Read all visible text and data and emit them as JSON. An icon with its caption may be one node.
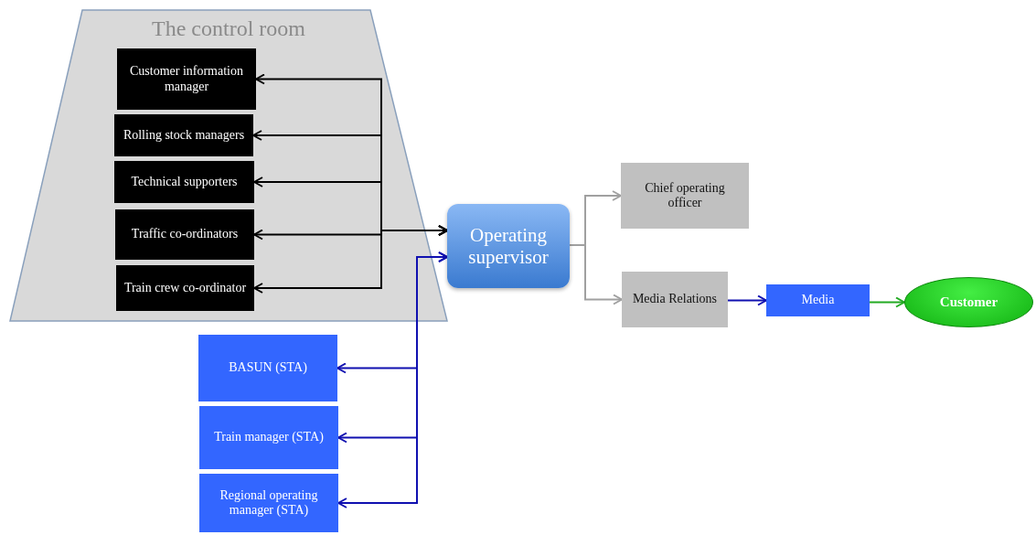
{
  "diagram": {
    "nodes": [
      {
        "text": [
          "The control room"
        ]
      },
      {
        "text": [
          "Customer information manager"
        ],
        "in": 0
      },
      {
        "text": [
          "Rolling stock managers"
        ],
        "in": 0
      },
      {
        "text": [
          "Technical supporters"
        ],
        "in": 0
      },
      {
        "text": [
          "Traffic co-ordinators"
        ],
        "in": 0
      },
      {
        "text": [
          "Train crew co-ordinator"
        ],
        "in": 0
      },
      {
        "text": [
          "Operating supervisor"
        ]
      },
      {
        "text": [
          "Chief operating officer"
        ]
      },
      {
        "text": [
          "Media Relations"
        ]
      },
      {
        "text": [
          "Media"
        ]
      },
      {
        "text": [
          "Customer"
        ]
      },
      {
        "text": [
          "BASUN (STA)"
        ]
      },
      {
        "text": [
          "Train manager (STA)"
        ]
      },
      {
        "text": [
          "Regional operating manager (STA)"
        ]
      }
    ],
    "edges": [
      {
        "from": 6,
        "to": 1,
        "arrow": "both"
      },
      {
        "from": 6,
        "to": 2,
        "arrow": "both"
      },
      {
        "from": 6,
        "to": 3,
        "arrow": "both"
      },
      {
        "from": 6,
        "to": 4,
        "arrow": "both"
      },
      {
        "from": 6,
        "to": 5,
        "arrow": "both"
      },
      {
        "from": 6,
        "to": 11,
        "arrow": "both",
        "color": "#1010b0"
      },
      {
        "from": 6,
        "to": 12,
        "arrow": "both",
        "color": "#1010b0"
      },
      {
        "from": 6,
        "to": 13,
        "arrow": "both",
        "color": "#1010b0"
      },
      {
        "from": 6,
        "to": 7,
        "arrow": "to",
        "color": "#a0a0a0"
      },
      {
        "from": 6,
        "to": 8,
        "arrow": "to",
        "color": "#a0a0a0"
      },
      {
        "from": 8,
        "to": 9,
        "arrow": "to",
        "color": "#1010b0"
      },
      {
        "from": 9,
        "to": 10,
        "arrow": "to",
        "color": "#22aa22"
      }
    ]
  }
}
